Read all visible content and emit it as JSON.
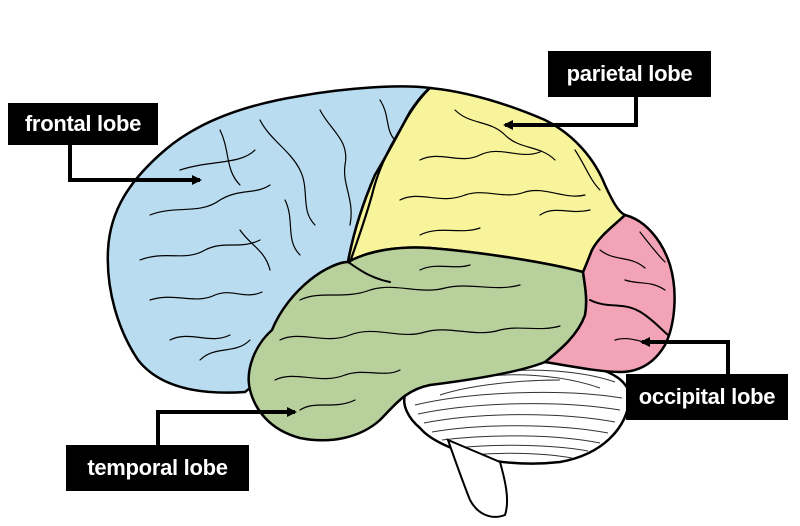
{
  "labels": {
    "frontal": "frontal lobe",
    "parietal": "parietal lobe",
    "occipital": "occipital lobe",
    "temporal": "temporal lobe"
  },
  "colors": {
    "frontal": "#b9dcf0",
    "parietal": "#f7f49b",
    "occipital": "#f2a3b6",
    "temporal": "#b7d09c",
    "cerebellum": "#ffffff",
    "outline": "#000000",
    "label_bg": "#000000",
    "label_text": "#ffffff"
  }
}
